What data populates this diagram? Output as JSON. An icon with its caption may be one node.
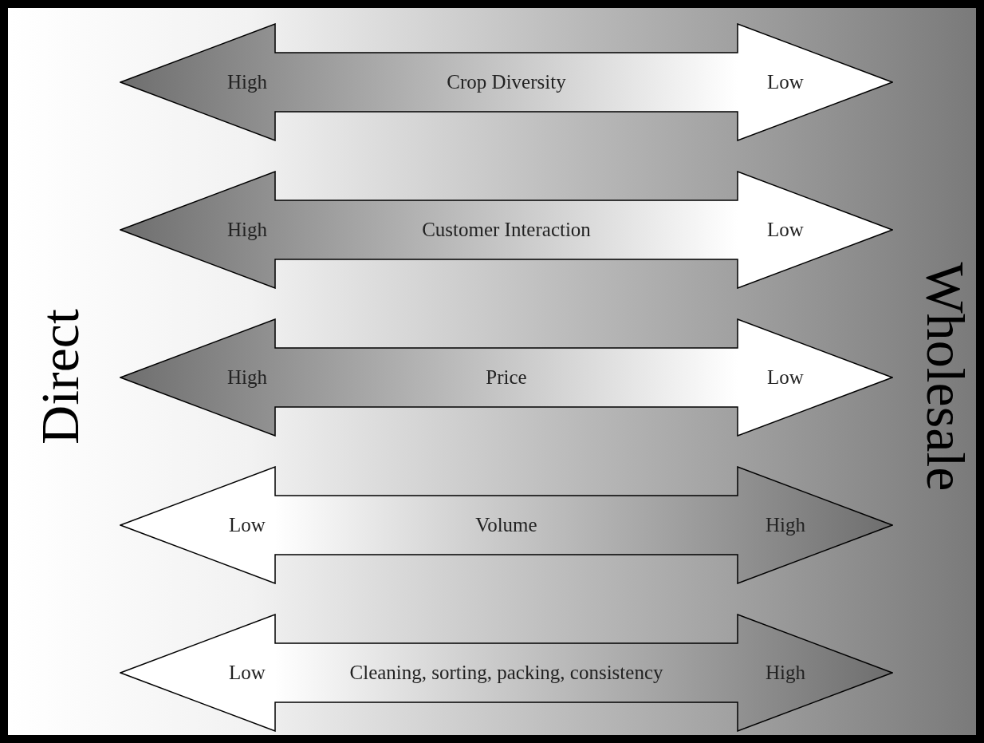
{
  "diagram": {
    "nodes": [
      {
        "text": [
          "High",
          "Crop Diversity",
          "Low"
        ]
      },
      {
        "text": [
          "High",
          "Customer Interaction",
          "Low"
        ]
      },
      {
        "text": [
          "High",
          "Price",
          "Low"
        ]
      },
      {
        "text": [
          "Low",
          "Volume",
          "High"
        ]
      },
      {
        "text": [
          "Low",
          "Cleaning, sorting, packing, consistency",
          "High"
        ]
      }
    ],
    "labels": [
      "Direct",
      "Wholesale"
    ]
  }
}
